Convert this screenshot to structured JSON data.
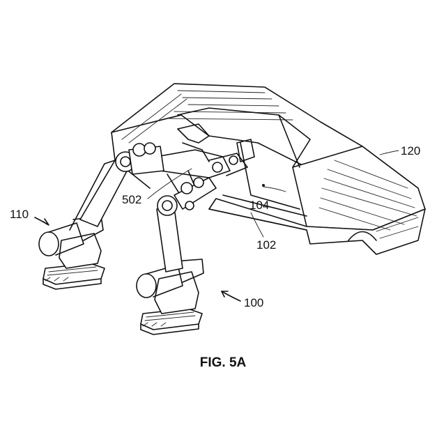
{
  "refs": {
    "robot_left": "110",
    "end_effector": "502",
    "vehicle": "120",
    "inner_point": "104",
    "door_sill": "102",
    "robot_right": "100"
  },
  "caption": "FIG. 5A"
}
